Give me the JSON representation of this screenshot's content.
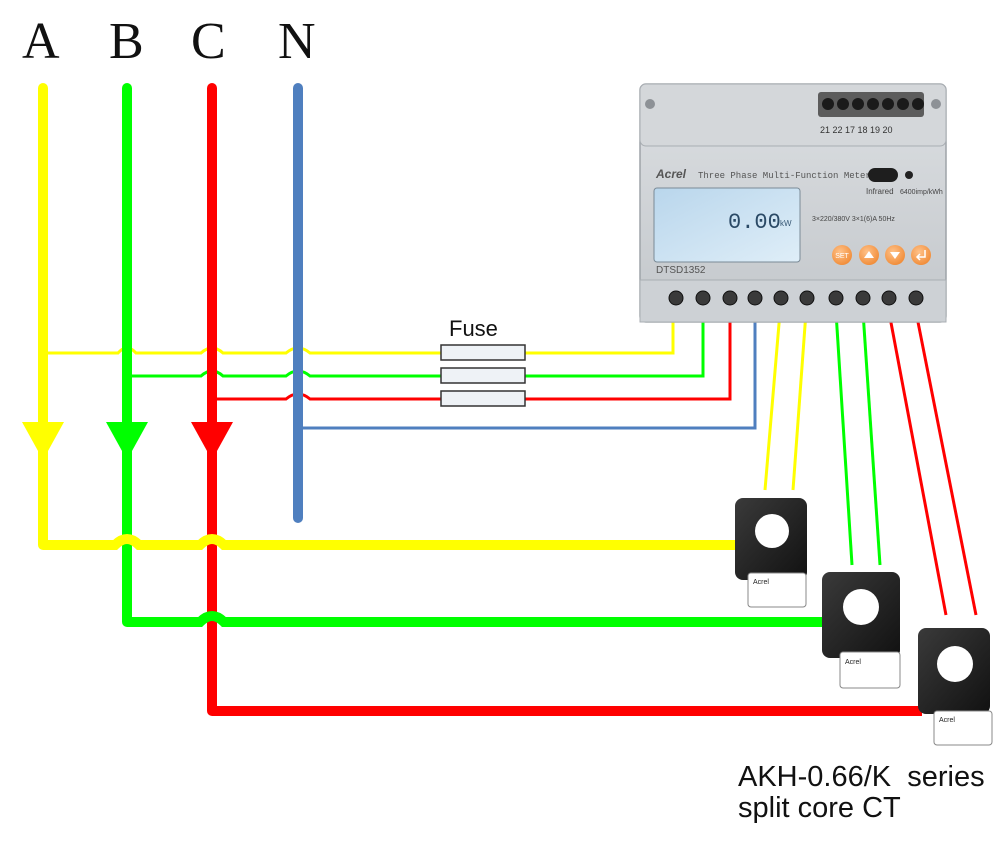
{
  "phases": [
    {
      "label": "A",
      "color": "#ffff00"
    },
    {
      "label": "B",
      "color": "#00ff00"
    },
    {
      "label": "C",
      "color": "#ff0000"
    },
    {
      "label": "N",
      "color": "#4f7fbf"
    }
  ],
  "fuse_label": "Fuse",
  "meter": {
    "brand": "Acrel",
    "title": "Three Phase Multi-Function Meter",
    "model": "DTSD1352",
    "display_value": "0.00",
    "display_unit": "kW",
    "infrared_label": "Infrared",
    "constant_label": "6400imp/kWh",
    "rating_label": "3×220/380V 3×1(6)A 50Hz",
    "top_terminals": "21 22 17 18 19 20",
    "buttons": [
      "SET",
      "up",
      "down",
      "enter"
    ]
  },
  "ct_label": "Acrel",
  "caption": {
    "line1": "AKH-0.66/K  series",
    "line2": "split core CT"
  }
}
